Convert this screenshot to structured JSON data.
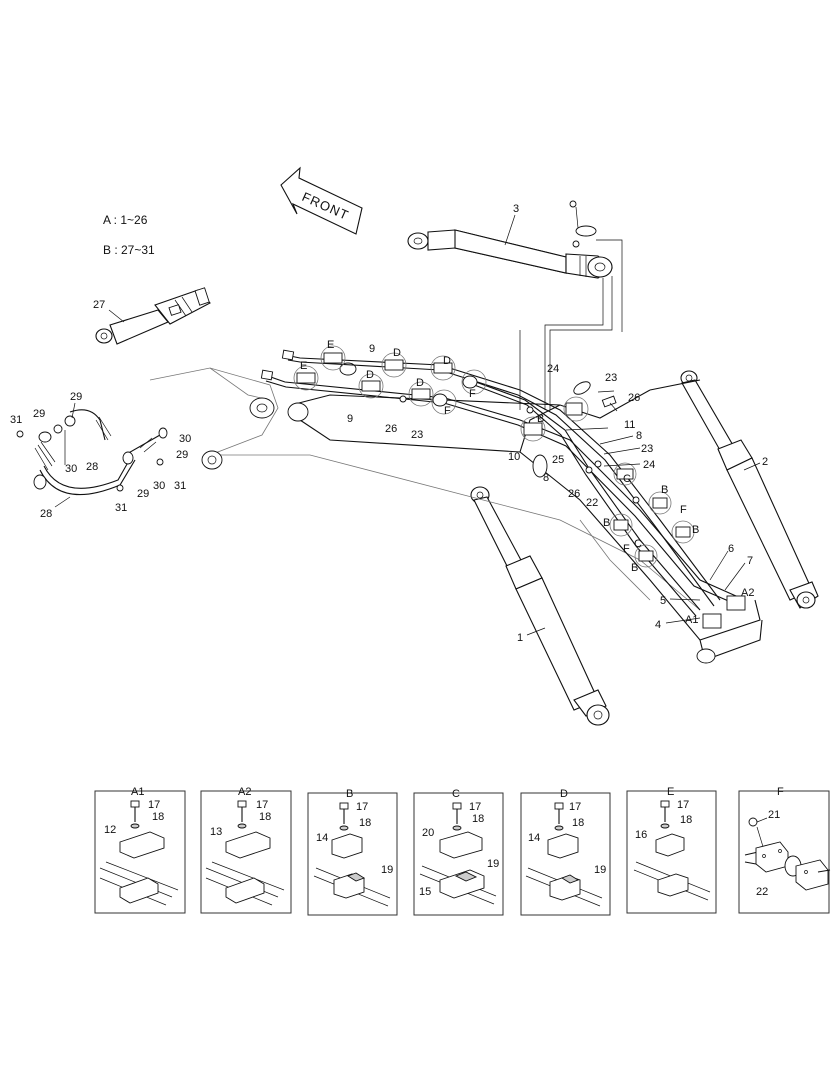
{
  "legend": {
    "a": "A : 1~26",
    "b": "B : 27~31"
  },
  "arrow_label": "FRONT",
  "callouts": [
    {
      "id": "c3",
      "text": "3"
    },
    {
      "id": "c27",
      "text": "27"
    },
    {
      "id": "c2",
      "text": "2"
    },
    {
      "id": "c1",
      "text": "1"
    },
    {
      "id": "c9a",
      "text": "9"
    },
    {
      "id": "c9b",
      "text": "9"
    },
    {
      "id": "c24a",
      "text": "24"
    },
    {
      "id": "c23a",
      "text": "23"
    },
    {
      "id": "c26a",
      "text": "26"
    },
    {
      "id": "c11",
      "text": "11"
    },
    {
      "id": "c8a",
      "text": "8"
    },
    {
      "id": "c23b",
      "text": "23"
    },
    {
      "id": "c24b",
      "text": "24"
    },
    {
      "id": "c10",
      "text": "10"
    },
    {
      "id": "c25",
      "text": "25"
    },
    {
      "id": "c8b",
      "text": "8"
    },
    {
      "id": "c26b",
      "text": "26"
    },
    {
      "id": "c22",
      "text": "22"
    },
    {
      "id": "c26c",
      "text": "26"
    },
    {
      "id": "c23c",
      "text": "23"
    },
    {
      "id": "c6",
      "text": "6"
    },
    {
      "id": "c7",
      "text": "7"
    },
    {
      "id": "c5",
      "text": "5"
    },
    {
      "id": "c4",
      "text": "4"
    },
    {
      "id": "c29a",
      "text": "29"
    },
    {
      "id": "c29b",
      "text": "29"
    },
    {
      "id": "c31a",
      "text": "31"
    },
    {
      "id": "c30a",
      "text": "30"
    },
    {
      "id": "c28a",
      "text": "28"
    },
    {
      "id": "c30b",
      "text": "30"
    },
    {
      "id": "c29c",
      "text": "29"
    },
    {
      "id": "c30c",
      "text": "30"
    },
    {
      "id": "c31b",
      "text": "31"
    },
    {
      "id": "c29d",
      "text": "29"
    },
    {
      "id": "c31c",
      "text": "31"
    },
    {
      "id": "c28b",
      "text": "28"
    }
  ],
  "markers": [
    {
      "id": "mE1",
      "text": "E"
    },
    {
      "id": "mD1",
      "text": "D"
    },
    {
      "id": "mD2",
      "text": "D"
    },
    {
      "id": "mE2",
      "text": "E"
    },
    {
      "id": "mD3",
      "text": "D"
    },
    {
      "id": "mD4",
      "text": "D"
    },
    {
      "id": "mF1",
      "text": "F"
    },
    {
      "id": "mF2",
      "text": "F"
    },
    {
      "id": "mB1",
      "text": "B"
    },
    {
      "id": "mB2",
      "text": "B"
    },
    {
      "id": "mC1",
      "text": "C"
    },
    {
      "id": "mB3",
      "text": "B"
    },
    {
      "id": "mF3",
      "text": "F"
    },
    {
      "id": "mB4",
      "text": "B"
    },
    {
      "id": "mC2",
      "text": "C"
    },
    {
      "id": "mF4",
      "text": "F"
    },
    {
      "id": "mB5",
      "text": "B"
    },
    {
      "id": "mA2",
      "text": "A2"
    },
    {
      "id": "mA1",
      "text": "A1"
    }
  ],
  "detail_panels": [
    {
      "title": "A1",
      "labels": [
        "17",
        "18",
        "12"
      ]
    },
    {
      "title": "A2",
      "labels": [
        "17",
        "18",
        "13"
      ]
    },
    {
      "title": "B",
      "labels": [
        "17",
        "18",
        "14",
        "19"
      ]
    },
    {
      "title": "C",
      "labels": [
        "17",
        "18",
        "20",
        "19",
        "15"
      ]
    },
    {
      "title": "D",
      "labels": [
        "17",
        "18",
        "14",
        "19"
      ]
    },
    {
      "title": "E",
      "labels": [
        "17",
        "18",
        "16"
      ]
    },
    {
      "title": "F",
      "labels": [
        "21",
        "22"
      ]
    }
  ]
}
